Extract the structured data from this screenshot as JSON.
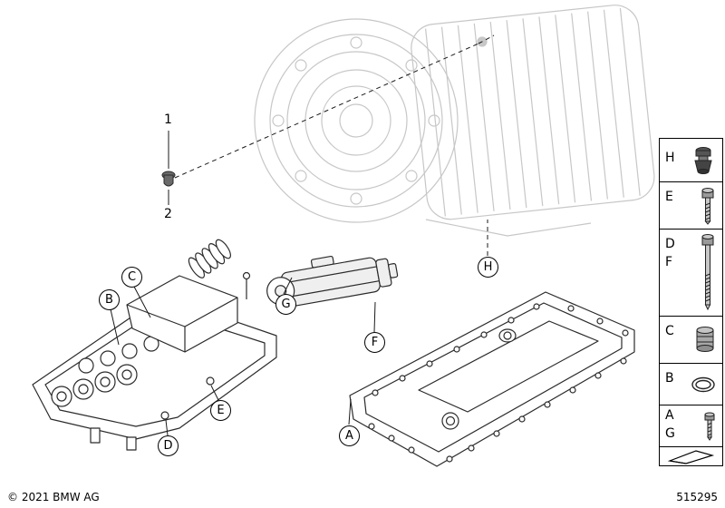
{
  "footer": {
    "copyright": "© 2021 BMW AG",
    "part_number": "515295"
  },
  "callouts": {
    "n1": "1",
    "n2": "2",
    "A": "A",
    "B": "B",
    "C": "C",
    "D": "D",
    "E": "E",
    "F": "F",
    "G": "G",
    "H": "H"
  },
  "legend": {
    "items": [
      {
        "labels": [
          "H"
        ],
        "icon": "coupling-icon"
      },
      {
        "labels": [
          "E"
        ],
        "icon": "bolt-icon"
      },
      {
        "labels": [
          "D",
          "F"
        ],
        "icon": "long-bolt-icon"
      },
      {
        "labels": [
          "C"
        ],
        "icon": "sleeve-icon"
      },
      {
        "labels": [
          "B"
        ],
        "icon": "o-ring-icon"
      },
      {
        "labels": [
          "A",
          "G"
        ],
        "icon": "screw-icon"
      },
      {
        "labels": [],
        "icon": "wedge-direction-icon"
      }
    ]
  },
  "drawing_parts": [
    "transmission",
    "sealing-plug",
    "valve-body",
    "actuator-motor",
    "oil-pan"
  ]
}
